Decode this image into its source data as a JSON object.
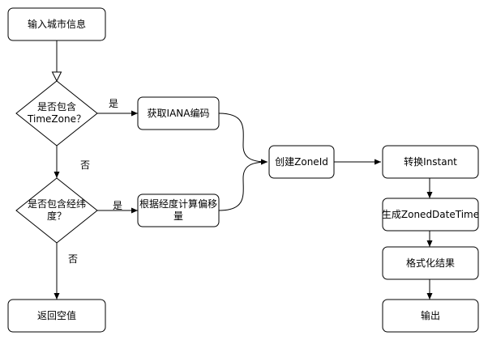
{
  "nodes": {
    "input_city": "输入城市信息",
    "has_timezone": [
      "是否包含",
      "TimeZone？"
    ],
    "get_iana": "获取IANA编码",
    "has_latlon": [
      "是否包含经纬",
      "度？"
    ],
    "calc_offset": [
      "根据经度计算偏移",
      "量"
    ],
    "return_null": "返回空值",
    "create_zoneid": "创建ZoneId",
    "to_instant": "转换Instant",
    "gen_zdt": "生成ZonedDateTime",
    "format": "格式化结果",
    "output": "输出"
  },
  "edge_labels": {
    "tz_yes": "是",
    "tz_no": "否",
    "ll_yes": "是",
    "ll_no": "否"
  }
}
